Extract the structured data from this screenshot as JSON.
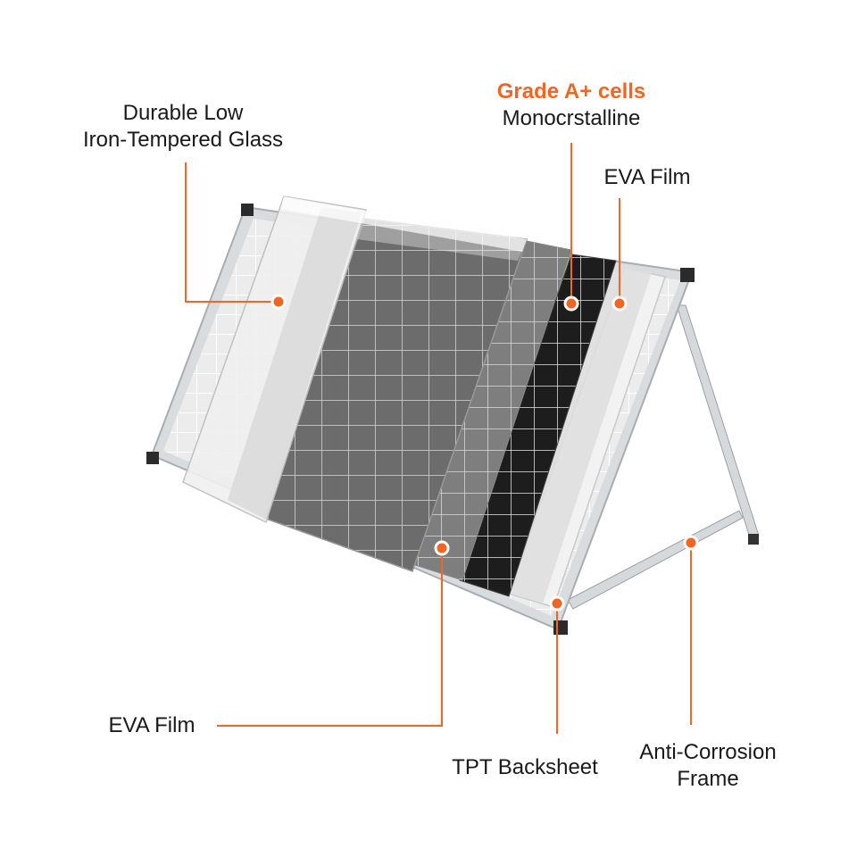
{
  "labels": {
    "glass": {
      "line1": "Durable Low",
      "line2": "Iron-Tempered Glass"
    },
    "cells": {
      "grade": "Grade A+ cells",
      "type": "Monocrstalline"
    },
    "eva_top": "EVA Film",
    "eva_bottom": "EVA Film",
    "backsheet": "TPT Backsheet",
    "frame": {
      "line1": "Anti-Corrosion",
      "line2": "Frame"
    }
  },
  "colors": {
    "accent": "#f26522",
    "text": "#1a1a1a",
    "frame": "#c8ccd0",
    "cell_dark": "#1c1c1c",
    "cell_grey": "#6e6e6e"
  }
}
